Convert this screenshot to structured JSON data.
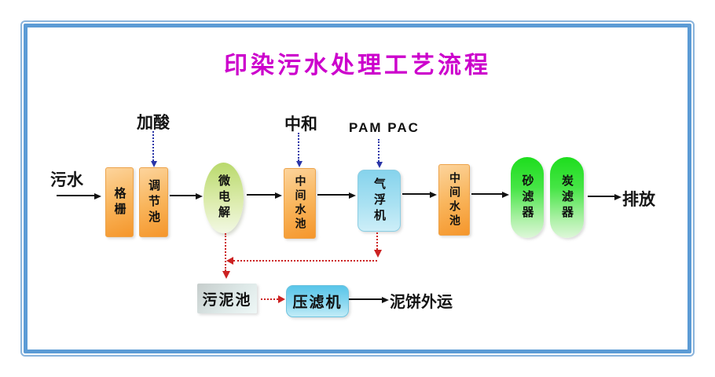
{
  "title": "印染污水处理工艺流程",
  "labels": {
    "influent": "污水",
    "add_acid": "加酸",
    "neutralize": "中和",
    "pam_pac": "PAM PAC",
    "discharge": "排放",
    "sludge_cake_out": "泥饼外运"
  },
  "nodes": {
    "grid_screen": "格栅",
    "regulating_tank": "调节池",
    "micro_electrolysis": "微电解",
    "intermediate_tank_1": "中间水池",
    "air_flotation": "气浮机",
    "intermediate_tank_2": "中间水池",
    "sand_filter": "砂滤器",
    "carbon_filter": "炭滤器",
    "sludge_tank": "污泥池",
    "filter_press": "压滤机"
  },
  "colors": {
    "title": "#cc00cc",
    "frame": "#5b9bd5",
    "solid_arrow": "#121212",
    "dosing_arrow": "#2a35a8",
    "sludge_arrow": "#cc2222",
    "orange_box": "#f5962b",
    "green_ellipse": "#b9d96c",
    "air_flotation_box": "#86d3ec",
    "filter_pill": "#1ddd1d",
    "sludge_box": "#c6cdcc",
    "press_box": "#58c5e9"
  }
}
